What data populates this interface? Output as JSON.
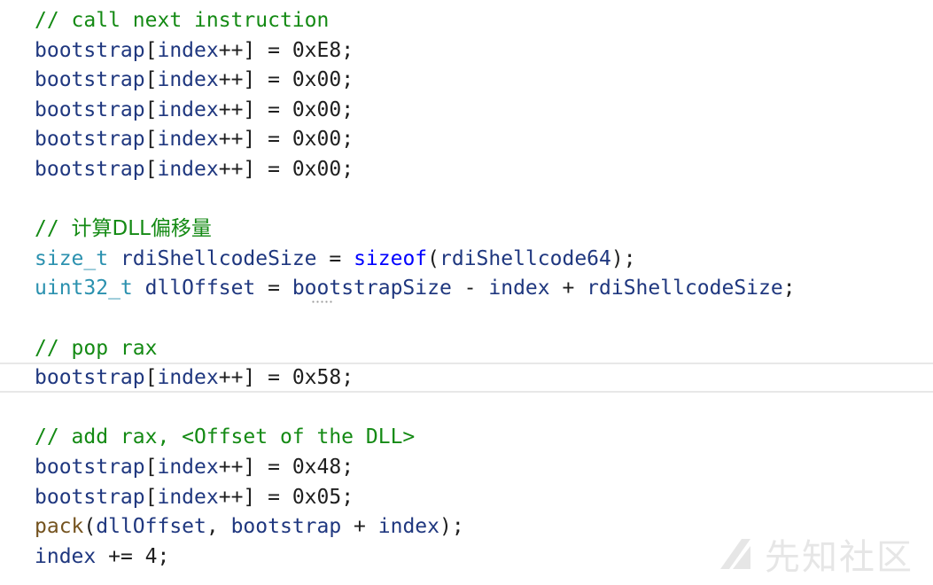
{
  "editor": {
    "lines": [
      {
        "tokens": [
          {
            "t": "// call next instruction",
            "c": "comment"
          }
        ]
      },
      {
        "tokens": [
          {
            "t": "bootstrap",
            "c": "ident"
          },
          {
            "t": "[",
            "c": "op"
          },
          {
            "t": "index",
            "c": "ident"
          },
          {
            "t": "++] = ",
            "c": "op"
          },
          {
            "t": "0xE8",
            "c": "num"
          },
          {
            "t": ";",
            "c": "op"
          }
        ]
      },
      {
        "tokens": [
          {
            "t": "bootstrap",
            "c": "ident"
          },
          {
            "t": "[",
            "c": "op"
          },
          {
            "t": "index",
            "c": "ident"
          },
          {
            "t": "++] = ",
            "c": "op"
          },
          {
            "t": "0x00",
            "c": "num"
          },
          {
            "t": ";",
            "c": "op"
          }
        ]
      },
      {
        "tokens": [
          {
            "t": "bootstrap",
            "c": "ident"
          },
          {
            "t": "[",
            "c": "op"
          },
          {
            "t": "index",
            "c": "ident"
          },
          {
            "t": "++] = ",
            "c": "op"
          },
          {
            "t": "0x00",
            "c": "num"
          },
          {
            "t": ";",
            "c": "op"
          }
        ]
      },
      {
        "tokens": [
          {
            "t": "bootstrap",
            "c": "ident"
          },
          {
            "t": "[",
            "c": "op"
          },
          {
            "t": "index",
            "c": "ident"
          },
          {
            "t": "++] = ",
            "c": "op"
          },
          {
            "t": "0x00",
            "c": "num"
          },
          {
            "t": ";",
            "c": "op"
          }
        ]
      },
      {
        "tokens": [
          {
            "t": "bootstrap",
            "c": "ident"
          },
          {
            "t": "[",
            "c": "op"
          },
          {
            "t": "index",
            "c": "ident"
          },
          {
            "t": "++] = ",
            "c": "op"
          },
          {
            "t": "0x00",
            "c": "num"
          },
          {
            "t": ";",
            "c": "op"
          }
        ]
      },
      {
        "tokens": []
      },
      {
        "tokens": [
          {
            "t": "// ",
            "c": "comment"
          },
          {
            "t": "计算DLL偏移量",
            "c": "comment cjk"
          }
        ]
      },
      {
        "tokens": [
          {
            "t": "size_t",
            "c": "type"
          },
          {
            "t": " ",
            "c": "op"
          },
          {
            "t": "rdiShellcodeSize",
            "c": "ident"
          },
          {
            "t": " = ",
            "c": "op"
          },
          {
            "t": "sizeof",
            "c": "keyword"
          },
          {
            "t": "(",
            "c": "op"
          },
          {
            "t": "rdiShellcode64",
            "c": "ident"
          },
          {
            "t": ");",
            "c": "op"
          }
        ]
      },
      {
        "tokens": [
          {
            "t": "uint32_t",
            "c": "type"
          },
          {
            "t": " ",
            "c": "op"
          },
          {
            "t": "dllOffset",
            "c": "ident"
          },
          {
            "t": " = ",
            "c": "op"
          },
          {
            "t": "bootstrapSize",
            "c": "ident"
          },
          {
            "t": " - ",
            "c": "op"
          },
          {
            "t": "index",
            "c": "ident"
          },
          {
            "t": " + ",
            "c": "op"
          },
          {
            "t": "rdiShellcodeSize",
            "c": "ident"
          },
          {
            "t": ";",
            "c": "op"
          }
        ]
      },
      {
        "tokens": []
      },
      {
        "tokens": [
          {
            "t": "// pop rax",
            "c": "comment"
          }
        ]
      },
      {
        "current": true,
        "tokens": [
          {
            "t": "bootstrap",
            "c": "ident"
          },
          {
            "t": "[",
            "c": "op"
          },
          {
            "t": "index",
            "c": "ident"
          },
          {
            "t": "++] = ",
            "c": "op"
          },
          {
            "t": "0x58",
            "c": "num"
          },
          {
            "t": ";",
            "c": "op"
          }
        ]
      },
      {
        "tokens": []
      },
      {
        "tokens": [
          {
            "t": "// add rax, <Offset of the DLL>",
            "c": "comment"
          }
        ]
      },
      {
        "tokens": [
          {
            "t": "bootstrap",
            "c": "ident"
          },
          {
            "t": "[",
            "c": "op"
          },
          {
            "t": "index",
            "c": "ident"
          },
          {
            "t": "++] = ",
            "c": "op"
          },
          {
            "t": "0x48",
            "c": "num"
          },
          {
            "t": ";",
            "c": "op"
          }
        ]
      },
      {
        "tokens": [
          {
            "t": "bootstrap",
            "c": "ident"
          },
          {
            "t": "[",
            "c": "op"
          },
          {
            "t": "index",
            "c": "ident"
          },
          {
            "t": "++] = ",
            "c": "op"
          },
          {
            "t": "0x05",
            "c": "num"
          },
          {
            "t": ";",
            "c": "op"
          }
        ]
      },
      {
        "tokens": [
          {
            "t": "pack",
            "c": "func"
          },
          {
            "t": "(",
            "c": "op"
          },
          {
            "t": "dllOffset",
            "c": "ident"
          },
          {
            "t": ", ",
            "c": "op"
          },
          {
            "t": "bootstrap",
            "c": "ident"
          },
          {
            "t": " + ",
            "c": "op"
          },
          {
            "t": "index",
            "c": "ident"
          },
          {
            "t": ");",
            "c": "op"
          }
        ]
      },
      {
        "tokens": [
          {
            "t": "index",
            "c": "ident"
          },
          {
            "t": " += ",
            "c": "op"
          },
          {
            "t": "4",
            "c": "num"
          },
          {
            "t": ";",
            "c": "op"
          }
        ]
      }
    ]
  },
  "watermark": {
    "text": "先知社区",
    "icon": "xianzhi-logo-icon"
  },
  "colors": {
    "comment": "#148a14",
    "identifier": "#1f377f",
    "type": "#2b91af",
    "function": "#74531f",
    "keyword": "#0000ff",
    "text": "#1f1f1f",
    "current_line_border": "#e8e8e8"
  }
}
